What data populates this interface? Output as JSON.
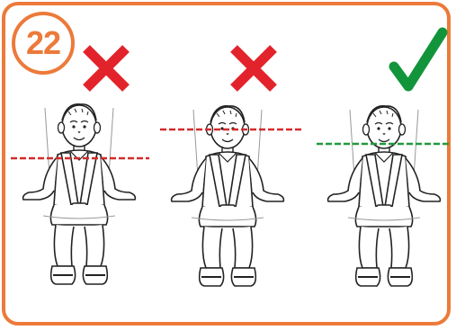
{
  "step": {
    "number": "22"
  },
  "panels": [
    {
      "id": "too-low",
      "verdict": "incorrect",
      "indicator_icon": "red-x-icon",
      "line_color": "#d42a2a"
    },
    {
      "id": "too-high",
      "verdict": "incorrect",
      "indicator_icon": "red-x-icon",
      "line_color": "#d42a2a"
    },
    {
      "id": "correct",
      "verdict": "correct",
      "indicator_icon": "green-check-icon",
      "line_color": "#1f9a3c"
    }
  ],
  "colors": {
    "frame": "#ec7a3a",
    "incorrect": "#e3232b",
    "correct": "#12943a",
    "outline": "#222222"
  }
}
